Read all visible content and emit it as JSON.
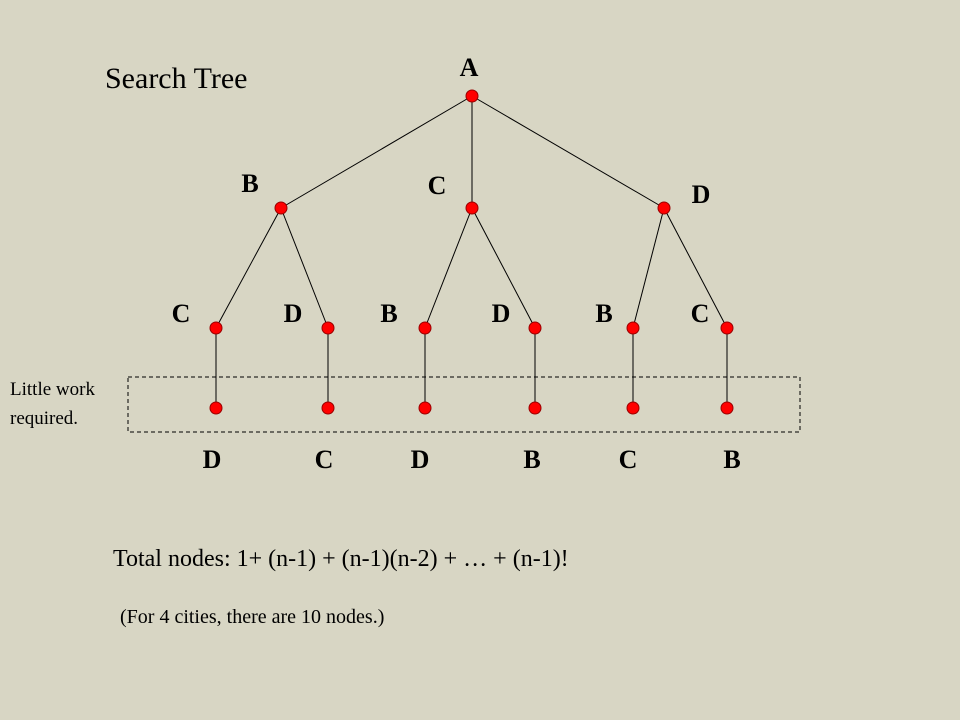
{
  "title": "Search Tree",
  "nodes": [
    {
      "id": "root",
      "label": "A"
    },
    {
      "id": "b1",
      "label": "B"
    },
    {
      "id": "c1",
      "label": "C"
    },
    {
      "id": "d1",
      "label": "D"
    },
    {
      "id": "c2",
      "label": "C"
    },
    {
      "id": "d2",
      "label": "D"
    },
    {
      "id": "b2",
      "label": "B"
    },
    {
      "id": "d3",
      "label": "D"
    },
    {
      "id": "b3",
      "label": "B"
    },
    {
      "id": "c3",
      "label": "C"
    },
    {
      "id": "l1",
      "label": "D"
    },
    {
      "id": "l2",
      "label": "C"
    },
    {
      "id": "l3",
      "label": "D"
    },
    {
      "id": "l4",
      "label": "B"
    },
    {
      "id": "l5",
      "label": "C"
    },
    {
      "id": "l6",
      "label": "B"
    }
  ],
  "edges": [
    [
      "root",
      "b1"
    ],
    [
      "root",
      "c1"
    ],
    [
      "root",
      "d1"
    ],
    [
      "b1",
      "c2"
    ],
    [
      "b1",
      "d2"
    ],
    [
      "c1",
      "b2"
    ],
    [
      "c1",
      "d3"
    ],
    [
      "d1",
      "b3"
    ],
    [
      "d1",
      "c3"
    ],
    [
      "c2",
      "l1"
    ],
    [
      "d2",
      "l2"
    ],
    [
      "b2",
      "l3"
    ],
    [
      "d3",
      "l4"
    ],
    [
      "b3",
      "l5"
    ],
    [
      "c3",
      "l6"
    ]
  ],
  "annotation": {
    "line1": "Little work",
    "line2": "required."
  },
  "formula": "Total nodes: 1+ (n-1) + (n-1)(n-2) + … + (n-1)!",
  "subnote": "(For 4 cities, there are 10 nodes.)"
}
